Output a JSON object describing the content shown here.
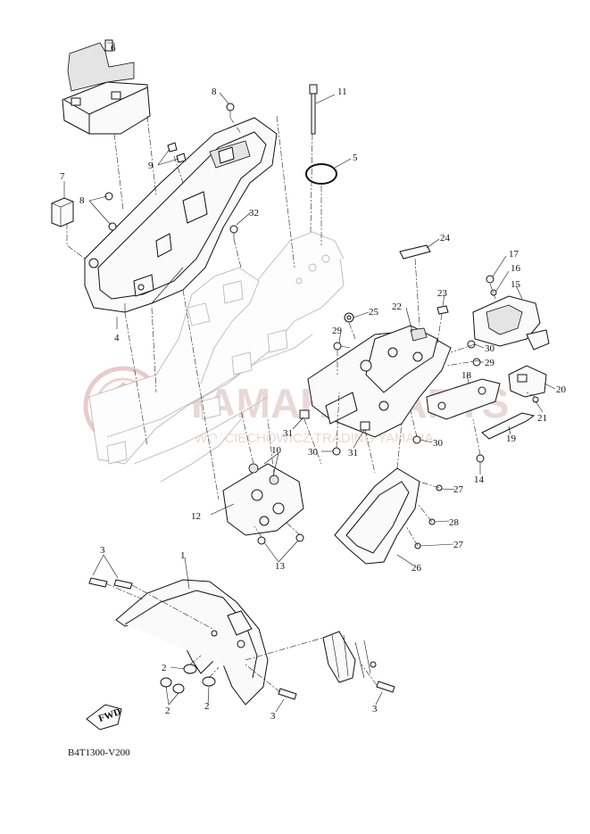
{
  "diagram": {
    "code": "B4T1300-V200",
    "fwd_label": "FWD",
    "watermark": {
      "brand": "YAMAHA-PARTS",
      "sub": "WOJCIECHOWICZ TRADING YAMAHA"
    },
    "callouts": [
      {
        "id": "c1",
        "text": "1"
      },
      {
        "id": "c2a",
        "text": "2"
      },
      {
        "id": "c2b",
        "text": "2"
      },
      {
        "id": "c2c",
        "text": "2"
      },
      {
        "id": "c3a",
        "text": "3"
      },
      {
        "id": "c3b",
        "text": "3"
      },
      {
        "id": "c3c",
        "text": "3"
      },
      {
        "id": "c4",
        "text": "4"
      },
      {
        "id": "c5",
        "text": "5"
      },
      {
        "id": "c6",
        "text": "6"
      },
      {
        "id": "c7",
        "text": "7"
      },
      {
        "id": "c8a",
        "text": "8"
      },
      {
        "id": "c8b",
        "text": "8"
      },
      {
        "id": "c9",
        "text": "9"
      },
      {
        "id": "c10",
        "text": "10"
      },
      {
        "id": "c11",
        "text": "11"
      },
      {
        "id": "c12",
        "text": "12"
      },
      {
        "id": "c13",
        "text": "13"
      },
      {
        "id": "c14",
        "text": "14"
      },
      {
        "id": "c15",
        "text": "15"
      },
      {
        "id": "c16",
        "text": "16"
      },
      {
        "id": "c17",
        "text": "17"
      },
      {
        "id": "c18",
        "text": "18"
      },
      {
        "id": "c19",
        "text": "19"
      },
      {
        "id": "c20",
        "text": "20"
      },
      {
        "id": "c21",
        "text": "21"
      },
      {
        "id": "c22",
        "text": "22"
      },
      {
        "id": "c23",
        "text": "23"
      },
      {
        "id": "c24",
        "text": "24"
      },
      {
        "id": "c25",
        "text": "25"
      },
      {
        "id": "c26",
        "text": "26"
      },
      {
        "id": "c27a",
        "text": "27"
      },
      {
        "id": "c27b",
        "text": "27"
      },
      {
        "id": "c28",
        "text": "28"
      },
      {
        "id": "c29a",
        "text": "29"
      },
      {
        "id": "c29b",
        "text": "29"
      },
      {
        "id": "c30a",
        "text": "30"
      },
      {
        "id": "c30b",
        "text": "30"
      },
      {
        "id": "c30c",
        "text": "30"
      },
      {
        "id": "c31a",
        "text": "31"
      },
      {
        "id": "c31b",
        "text": "31"
      },
      {
        "id": "c32",
        "text": "32"
      }
    ]
  }
}
